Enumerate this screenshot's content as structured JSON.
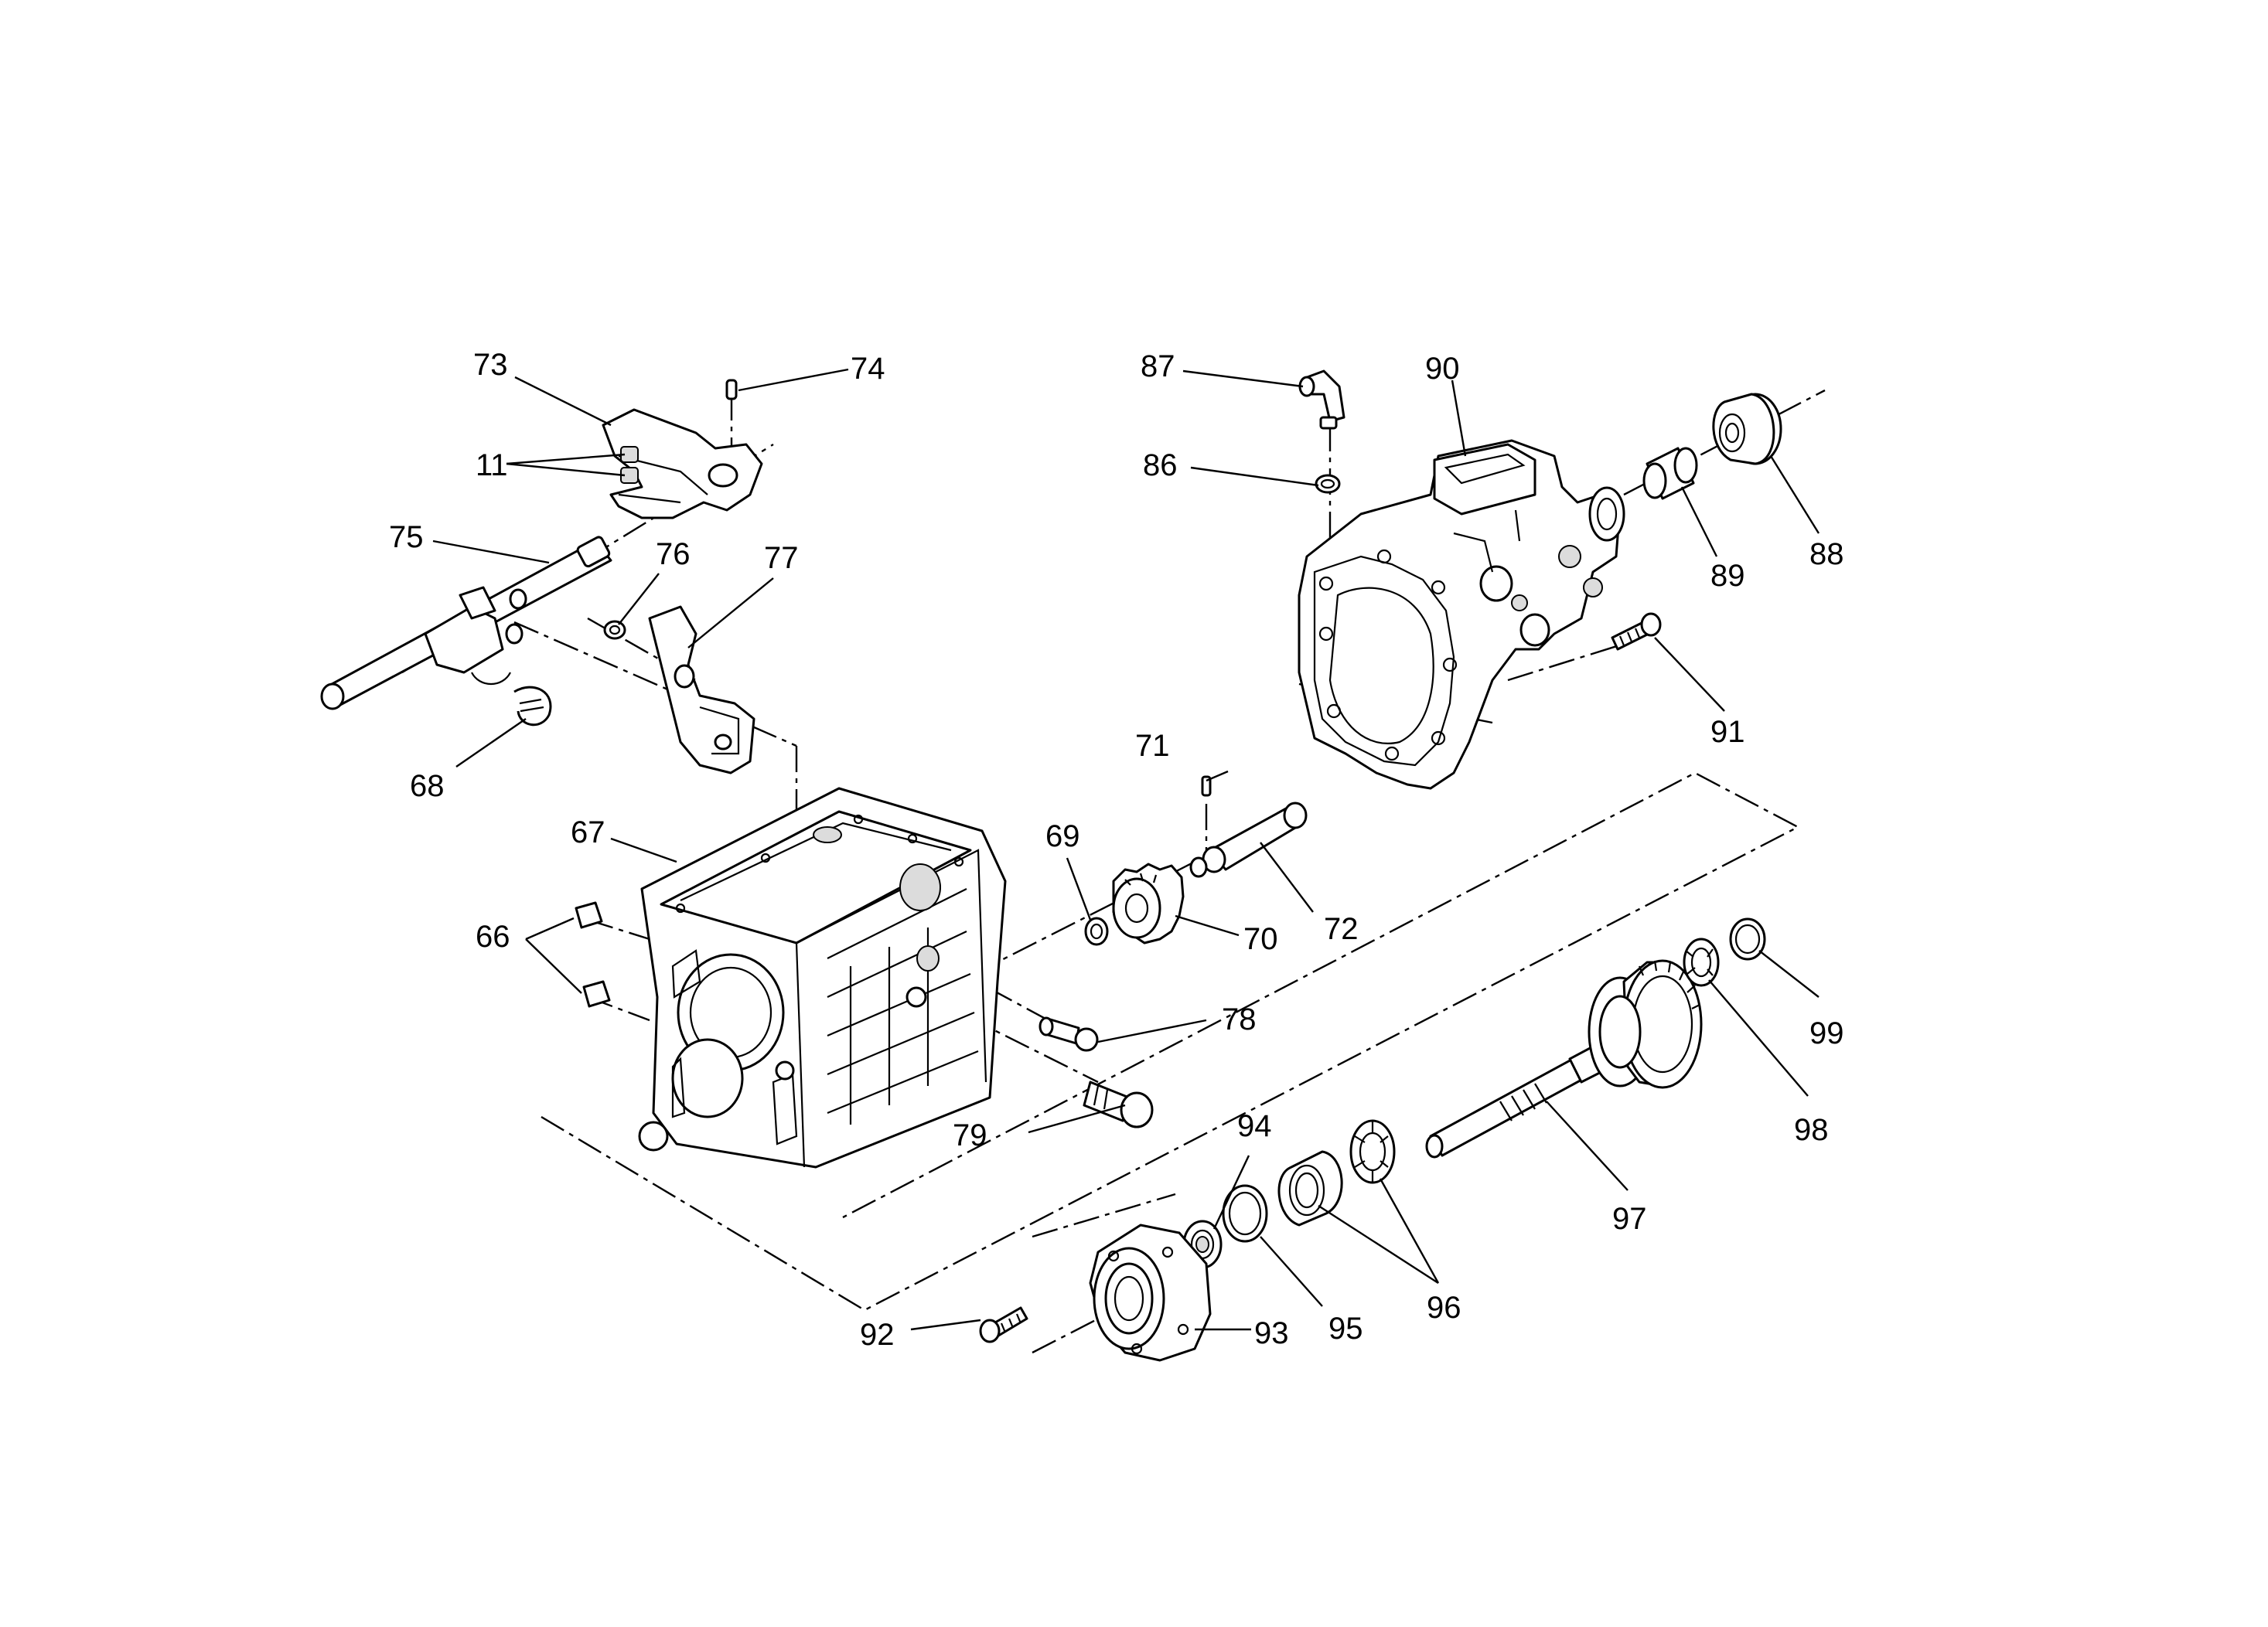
{
  "diagram": {
    "colors": {
      "ink": "#000000",
      "paper": "#ffffff",
      "shade": "#dcdcdc"
    },
    "callouts": {
      "c73": "73",
      "c74": "74",
      "c11": "11",
      "c75": "75",
      "c76": "76",
      "c77": "77",
      "c68": "68",
      "c67": "67",
      "c66": "66",
      "c71": "71",
      "c69": "69",
      "c72": "72",
      "c70": "70",
      "c78": "78",
      "c79": "79",
      "c87": "87",
      "c90": "90",
      "c86": "86",
      "c89": "89",
      "c88": "88",
      "c91": "91",
      "c99": "99",
      "c98": "98",
      "c97": "97",
      "c94": "94",
      "c96": "96",
      "c95": "95",
      "c93": "93",
      "c92": "92"
    }
  }
}
